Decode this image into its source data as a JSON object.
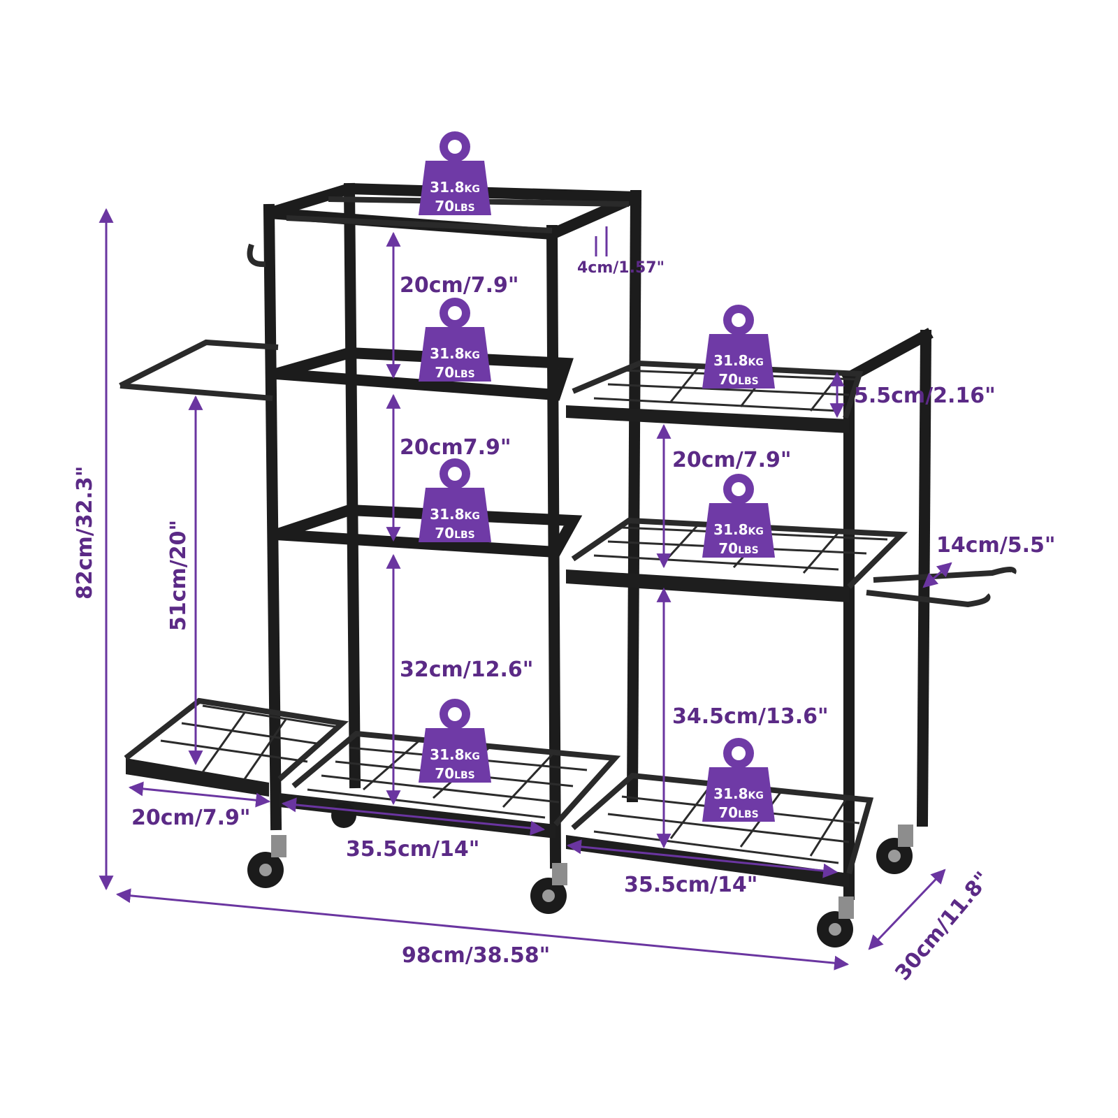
{
  "colors": {
    "accent": "#6f3aa6",
    "dimension_text": "#5b2a86",
    "frame": "#1c1c1c",
    "background": "#ffffff"
  },
  "load_badge": {
    "kg": "31.8",
    "kg_unit": "KG",
    "lbs": "70",
    "lbs_unit": "LBS",
    "icon": "weight-icon"
  },
  "dimensions": {
    "top_gap_upper": "20cm/7.9\"",
    "top_gap_middle": "20cm7.9\"",
    "lower_gap_left": "32cm/12.6\"",
    "right_gap_upper": "20cm/7.9\"",
    "right_gap_lower": "34.5cm/13.6\"",
    "hole_spacing": "4cm/1.57\"",
    "shelf_lip": "5.5cm/2.16\"",
    "hook_length": "14cm/5.5\"",
    "side_rack_height": "51cm/20\"",
    "side_rack_width": "20cm/7.9\"",
    "left_shelf_width": "35.5cm/14\"",
    "right_shelf_width": "35.5cm/14\"",
    "total_width": "98cm/38.58\"",
    "total_height": "82cm/32.3\"",
    "depth": "30cm/11.8\""
  }
}
